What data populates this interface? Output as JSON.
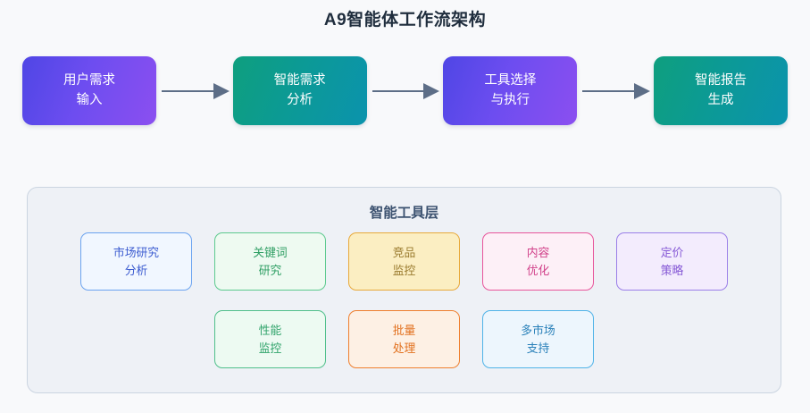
{
  "page": {
    "title": "A9智能体工作流架构",
    "background_color": "#f8f9fb"
  },
  "flow": {
    "arrow_color": "#5d6e87",
    "steps": [
      {
        "line1": "用户需求",
        "line2": "输入",
        "style": "grad-purple",
        "gradient": "#4f46e5 → #8b4ff0"
      },
      {
        "line1": "智能需求",
        "line2": "分析",
        "style": "grad-teal",
        "gradient": "#0e9f7e → #0b93ad"
      },
      {
        "line1": "工具选择",
        "line2": "与执行",
        "style": "grad-purple",
        "gradient": "#4f46e5 → #8b4ff0"
      },
      {
        "line1": "智能报告",
        "line2": "生成",
        "style": "grad-teal",
        "gradient": "#0e9f7e → #0b93ad"
      }
    ],
    "arrows": [
      "arrow-right-icon",
      "arrow-right-icon",
      "arrow-right-icon"
    ]
  },
  "tool_layer": {
    "title": "智能工具层",
    "panel_fill": "#eef1f6",
    "panel_border": "#cbd5e1",
    "rows": [
      [
        {
          "line1": "市场研究",
          "line2": "分析",
          "style": "c-blue",
          "accent": "#6ba3f0"
        },
        {
          "line1": "关键词",
          "line2": "研究",
          "style": "c-green",
          "accent": "#5cc98e"
        },
        {
          "line1": "竞品",
          "line2": "监控",
          "style": "c-amber",
          "accent": "#e8a93a"
        },
        {
          "line1": "内容",
          "line2": "优化",
          "style": "c-pink",
          "accent": "#e8559b"
        },
        {
          "line1": "定价",
          "line2": "策略",
          "style": "c-violet",
          "accent": "#9b7fe8"
        }
      ],
      [
        {
          "line1": "性能",
          "line2": "监控",
          "style": "c-mint",
          "accent": "#4fbf8b"
        },
        {
          "line1": "批量",
          "line2": "处理",
          "style": "c-orange",
          "accent": "#ef7f2e"
        },
        {
          "line1": "多市场",
          "line2": "支持",
          "style": "c-sky",
          "accent": "#4fb3e8"
        }
      ]
    ]
  }
}
